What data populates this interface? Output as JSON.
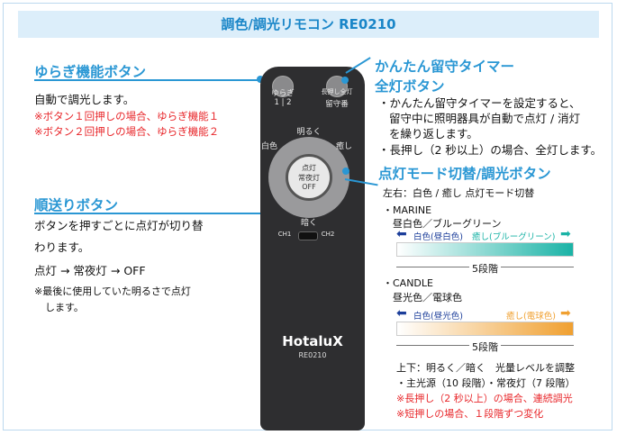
{
  "title": "調色/調光リモコン RE0210",
  "left_top": {
    "heading": "ゆらぎ機能ボタン",
    "desc": "自動で調光します。",
    "note1": "※ボタン１回押しの場合、ゆらぎ機能１",
    "note2": "※ボタン２回押しの場合、ゆらぎ機能２"
  },
  "left_bottom": {
    "heading": "順送りボタン",
    "desc1": "ボタンを押すごとに点灯が切り替",
    "desc2": "わります。",
    "sequence": "点灯 → 常夜灯 → OFF",
    "note1": "※最後に使用していた明るさで点灯",
    "note2": "します。"
  },
  "right_top": {
    "heading1": "かんたん留守タイマー",
    "heading2": "全灯ボタン",
    "line1": "・かんたん留守タイマーを設定すると、",
    "line2": "留守中に照明器具が自動で点灯 / 消灯",
    "line3": "を繰り返します。",
    "line4": "・長押し（2 秒以上）の場合、全灯します。"
  },
  "right_mid": {
    "heading": "点灯モード切替/調光ボタン",
    "lr_desc": "左右：白色 / 癒し 点灯モード切替",
    "marine_label": "・MARINE",
    "marine_desc": "昼白色／ブルーグリーン",
    "marine_left": "白色(昼白色)",
    "marine_right": "癒し(ブルーグリーン)",
    "marine_steps": "5段階",
    "candle_label": "・CANDLE",
    "candle_desc": "昼光色／電球色",
    "candle_left": "白色(昼光色)",
    "candle_right": "癒し(電球色)",
    "candle_steps": "5段階",
    "ud_desc": "上下：明るく／暗く　光量レベルを調整",
    "levels": "・主光源（10 段階）・常夜灯（7 段階）",
    "red1": "※長押し（2 秒以上）の場合、連続調光",
    "red2": "※短押しの場合、１段階ずつ変化"
  },
  "remote": {
    "yuragi_label": "ゆらぎ",
    "yuragi_sub": "1 | 2",
    "rusu_label": "長押し全灯",
    "rusu_sub": "留守番",
    "up_label": "明るく",
    "left_label": "白色",
    "right_label": "癒し",
    "down_label": "暗く",
    "center_l1": "点灯",
    "center_l2": "常夜灯",
    "center_l3": "OFF",
    "ch1": "CH1",
    "ch2": "CH2",
    "brand": "HotaluX",
    "model": "RE0210"
  },
  "colors": {
    "accent": "#2a97d4",
    "red": "#e8272b",
    "marine": "#1ab3a6",
    "candle": "#f0a030",
    "white_arrow": "#1c3e9a"
  }
}
